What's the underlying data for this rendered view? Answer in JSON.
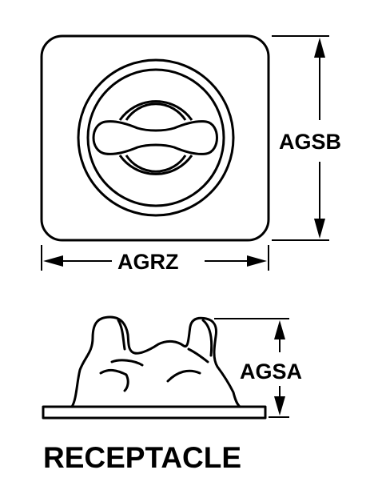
{
  "drawing": {
    "title": "RECEPTACLE",
    "dimensions": {
      "width_label": "AGRZ",
      "height_label": "AGSB",
      "side_height_label": "AGSA"
    }
  },
  "colors": {
    "line": "#000000",
    "background": "#ffffff"
  }
}
